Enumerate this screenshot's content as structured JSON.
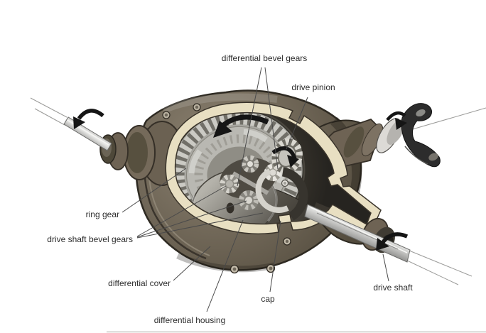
{
  "diagram": {
    "subject": "rear axle differential cutaway illustration",
    "background_color": "#ffffff",
    "labels": {
      "differential_bevel_gears": "differential bevel gears",
      "drive_pinion": "drive pinion",
      "ring_gear": "ring gear",
      "drive_shaft_bevel_gears": "drive shaft bevel gears",
      "differential_cover": "differential cover",
      "differential_housing": "differential housing",
      "cap": "cap",
      "drive_shaft": "drive shaft"
    },
    "colors": {
      "housing_brown": "#6e6354",
      "housing_shadow": "#443e32",
      "cutaway_edge_cream": "#e8dfc2",
      "cavity_dark": "#312d26",
      "gear_metal": "#b9b8b2",
      "shaft_metal": "#d9d9d7",
      "yoke_black": "#2c2c2c",
      "rotation_arrow": "#151515",
      "leader_line": "#4a4a4a",
      "label_text": "#2c2c2c"
    }
  }
}
